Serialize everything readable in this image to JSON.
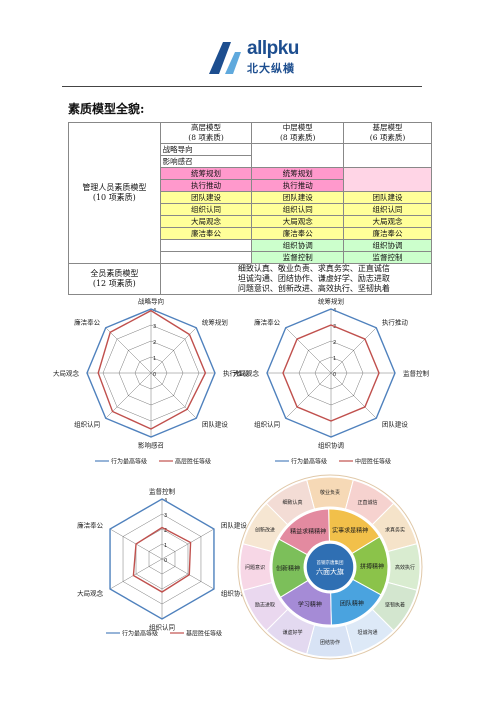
{
  "brand": {
    "latin": "allpku",
    "chinese": "北大纵横"
  },
  "heading": "素质模型全貌:",
  "table": {
    "col_high": "高层模型",
    "col_high_count": "(8 项素质)",
    "col_mid": "中层模型",
    "col_mid_count": "(8 项素质)",
    "col_base": "基层模型",
    "col_base_count": "(6 项素质)",
    "mgr_label": "管理人员素质模型",
    "mgr_count": "(10 项素质)",
    "rows": [
      {
        "high": "战略导向",
        "mid": "",
        "base": ""
      },
      {
        "high": "影响感召",
        "mid": "",
        "base": ""
      },
      {
        "high": "统筹规划",
        "mid": "统筹规划",
        "base": ""
      },
      {
        "high": "执行推动",
        "mid": "执行推动",
        "base": ""
      },
      {
        "high": "团队建设",
        "mid": "团队建设",
        "base": "团队建设"
      },
      {
        "high": "组织认同",
        "mid": "组织认同",
        "base": "组织认同"
      },
      {
        "high": "大局观念",
        "mid": "大局观念",
        "base": "大局观念"
      },
      {
        "high": "廉洁奉公",
        "mid": "廉洁奉公",
        "base": "廉洁奉公"
      },
      {
        "high": "",
        "mid": "组织协调",
        "base": "组织协调"
      },
      {
        "high": "",
        "mid": "监督控制",
        "base": "监督控制"
      }
    ],
    "all_label": "全员素质模型",
    "all_count": "(12 项素质)",
    "all_lines": [
      "细致认真、敬业负责、求真务实、正直诚信",
      "坦诚沟通、团结协作、谦虚好学、励志进取",
      "问题意识、创新改进、高效执行、坚韧执着"
    ]
  },
  "colors": {
    "outer": "#4f81bd",
    "inner": "#c0504d",
    "grid": "#777777"
  },
  "radar1": {
    "axes": [
      "战略导向",
      "统筹规划",
      "执行推动",
      "团队建设",
      "影响感召",
      "组织认同",
      "大局观念",
      "廉洁奉公"
    ],
    "ticks": [
      "4",
      "3",
      "2",
      "1",
      "0"
    ],
    "outer": [
      4,
      4,
      4,
      4,
      4,
      4,
      4,
      4
    ],
    "inner": [
      3.9,
      3.4,
      3.4,
      3.2,
      3.5,
      3.4,
      3.3,
      3.6
    ],
    "legend_outer": "行为最高等级",
    "legend_inner": "高层胜任等级"
  },
  "radar2": {
    "axes": [
      "统筹规划",
      "执行推动",
      "监督控制",
      "团队建设",
      "组织协调",
      "组织认同",
      "大局观念",
      "廉洁奉公"
    ],
    "ticks": [
      "4",
      "3",
      "2",
      "1",
      "0"
    ],
    "outer": [
      4,
      4,
      4,
      4,
      4,
      4,
      4,
      4
    ],
    "inner": [
      3,
      3,
      3,
      3,
      3,
      3,
      3,
      3
    ],
    "legend_outer": "行为最高等级",
    "legend_inner": "中层胜任等级"
  },
  "radar3": {
    "axes": [
      "监督控制",
      "团队建设",
      "组织协调",
      "组织认同",
      "大局观念",
      "廉洁奉公"
    ],
    "ticks": [
      "4",
      "3",
      "2",
      "1",
      "0"
    ],
    "outer": [
      4,
      4,
      4,
      4,
      4,
      4
    ],
    "inner": [
      2.1,
      2.2,
      2.1,
      2.2,
      2.2,
      2.0
    ],
    "legend_outer": "行为最高等级",
    "legend_inner": "基层胜任等级"
  },
  "wheel": {
    "center_top": "首钢京唐集团",
    "center_bottom": "六面大旗",
    "spirits": [
      "实事求是精神",
      "拼搏精神",
      "团队精神",
      "学习精神",
      "创新精神",
      "精益求精精神"
    ],
    "outer_items": [
      "敬业负责",
      "正直诚信",
      "求真务实",
      "高效执行",
      "坚韧执着",
      "坦诚沟通",
      "团结协作",
      "谦虚好学",
      "励志进取",
      "问题意识",
      "创新改进",
      "细致认真"
    ]
  }
}
